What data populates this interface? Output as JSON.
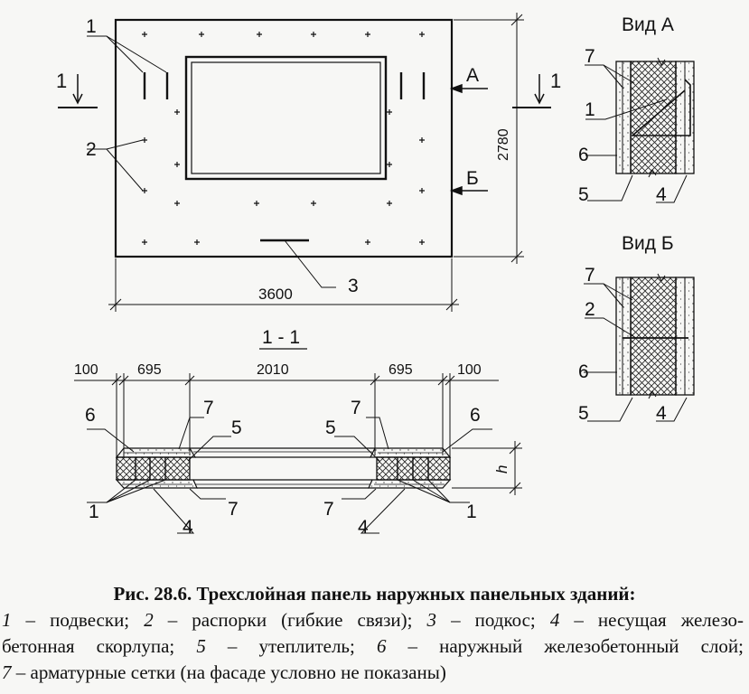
{
  "labels": {
    "view_a": "Вид А",
    "view_b": "Вид Б",
    "section": "1 - 1",
    "arrow_a": "А",
    "arrow_b": "Б",
    "section_mark": "1",
    "n1": "1",
    "n2": "2",
    "n3": "3",
    "n4": "4",
    "n5": "5",
    "n6": "6",
    "n7": "7",
    "h": "h"
  },
  "dimensions": {
    "width": "3600",
    "height": "2780",
    "d100": "100",
    "d695": "695",
    "d2010": "2010"
  },
  "caption": {
    "title": "Рис. 28.6. Трехслойная панель наружных панельных зданий:",
    "n1": "1",
    "t1": " – подвески; ",
    "n2": "2",
    "t2": " – распорки (гибкие связи); ",
    "n3": "3",
    "t3": " – подкос; ",
    "n4": "4",
    "t4a": " – несущая железо-",
    "t4b": "бетонная скорлупа; ",
    "n5": "5",
    "t5": " – утеплитель; ",
    "n6": "6",
    "t6": " – наружный железобетонный слой;",
    "n7": "7",
    "t7": " – арматурные сетки (на фасаде условно не показаны)"
  }
}
